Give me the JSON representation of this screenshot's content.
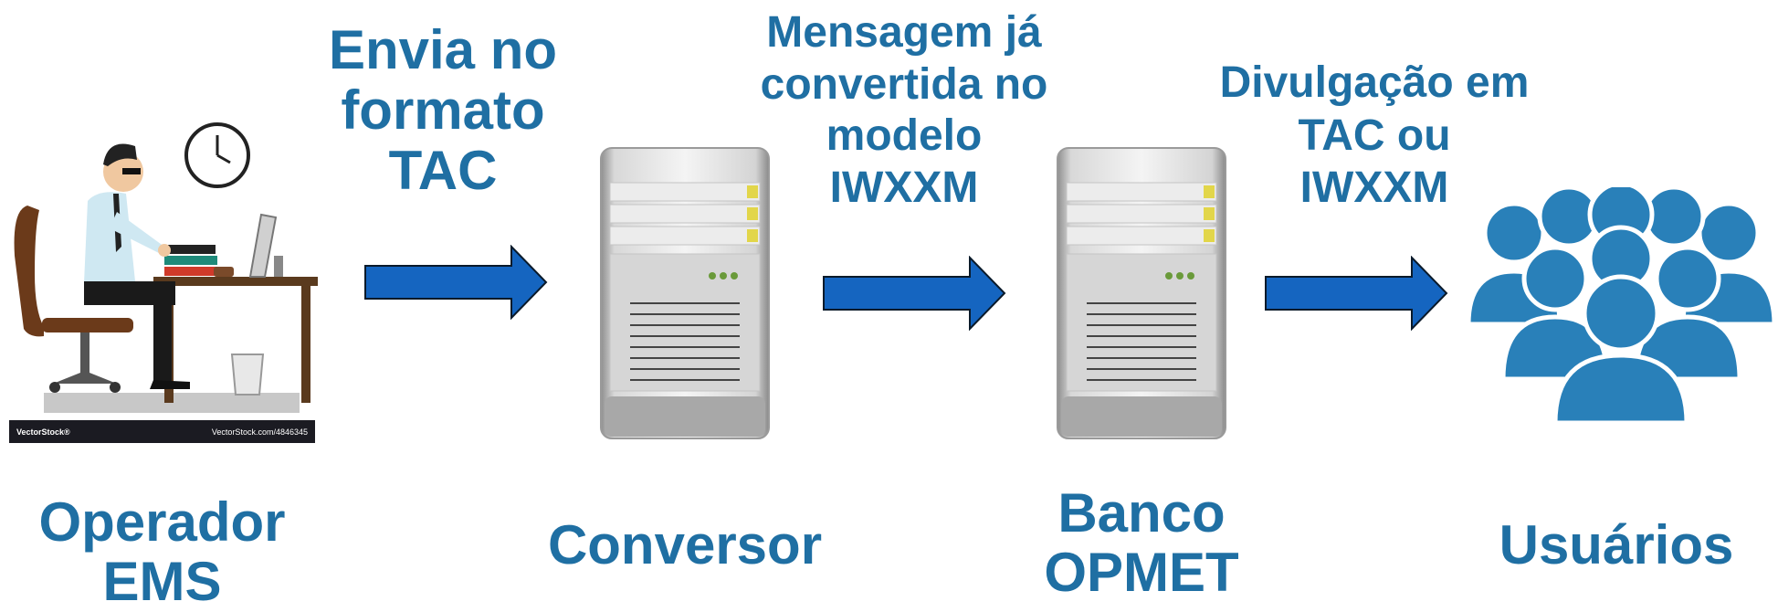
{
  "steps": [
    {
      "caption": [
        "Operador",
        "EMS"
      ]
    },
    {
      "caption": [
        "Conversor"
      ]
    },
    {
      "caption": [
        "Banco",
        "OPMET"
      ]
    },
    {
      "caption": [
        "Usuários"
      ]
    }
  ],
  "arrows": [
    {
      "label": [
        "Envia no",
        "formato",
        "TAC"
      ]
    },
    {
      "label": [
        "Mensagem já",
        "convertida  no",
        "modelo",
        "IWXXM"
      ]
    },
    {
      "label": [
        "Divulgação em",
        "TAC ou",
        "IWXXM"
      ]
    }
  ],
  "watermark": {
    "left": "VectorStock®",
    "right": "VectorStock.com/4846345"
  },
  "colors": {
    "text": "#1f6fa3",
    "arrow": "#1565c0",
    "users": "#2980b9"
  }
}
